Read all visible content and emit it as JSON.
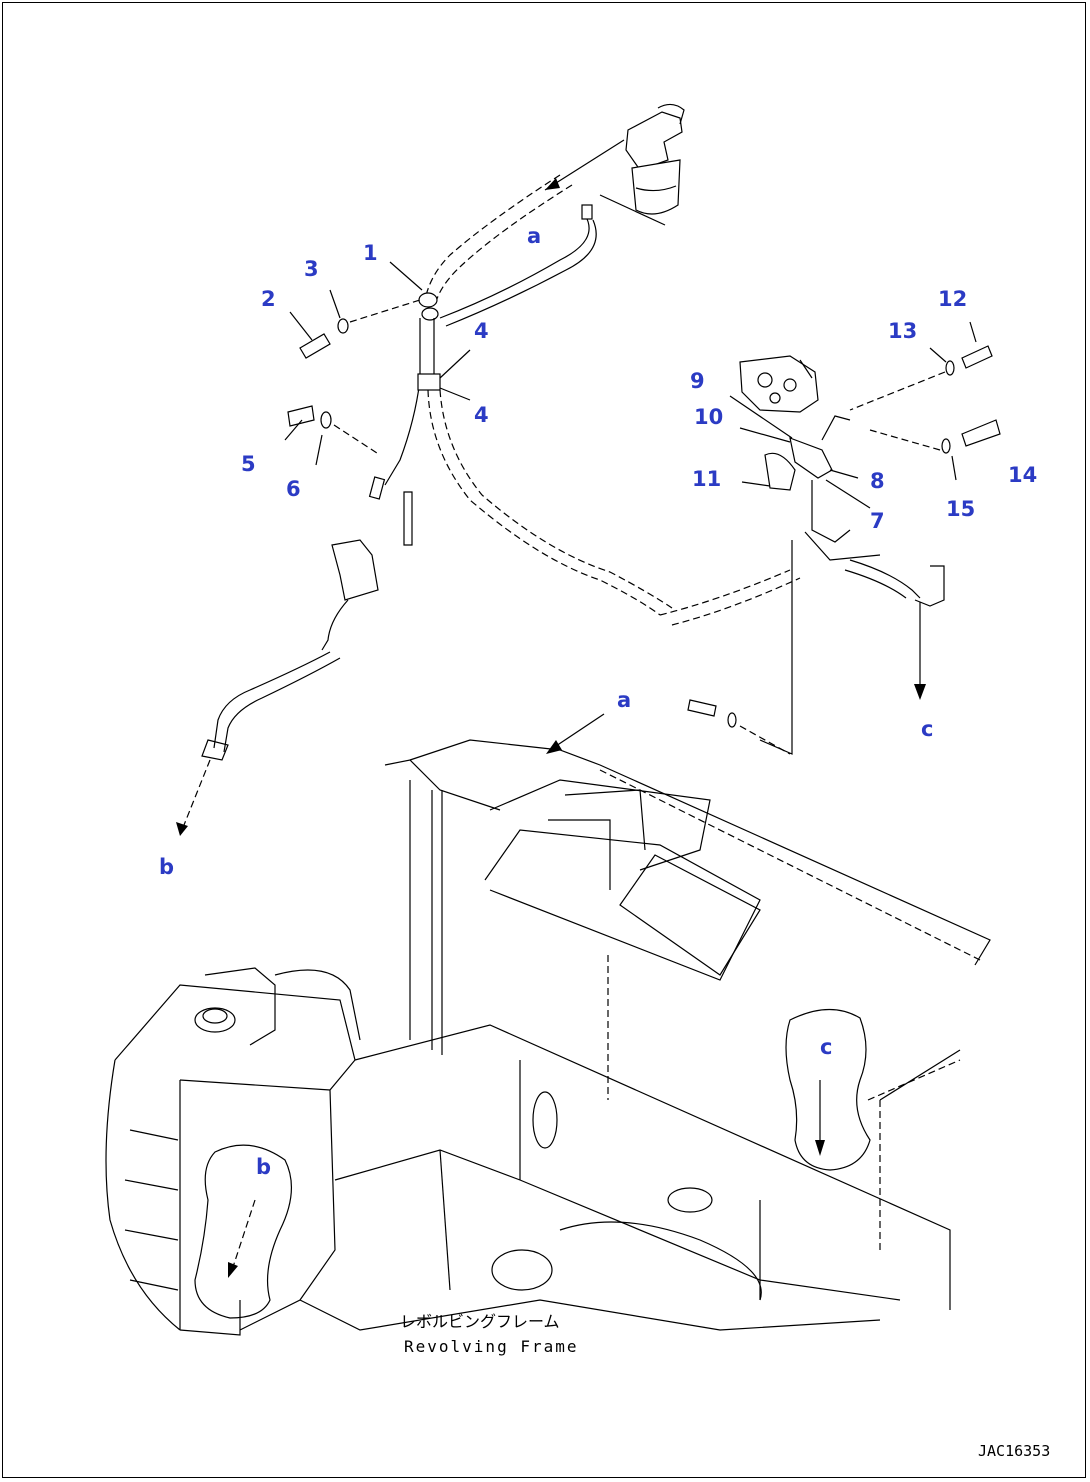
{
  "callouts": [
    {
      "id": "1",
      "text": "1"
    },
    {
      "id": "2",
      "text": "2"
    },
    {
      "id": "3",
      "text": "3"
    },
    {
      "id": "4a",
      "text": "4"
    },
    {
      "id": "4b",
      "text": "4"
    },
    {
      "id": "5",
      "text": "5"
    },
    {
      "id": "6",
      "text": "6"
    },
    {
      "id": "7",
      "text": "7"
    },
    {
      "id": "8",
      "text": "8"
    },
    {
      "id": "9",
      "text": "9"
    },
    {
      "id": "10",
      "text": "10"
    },
    {
      "id": "11",
      "text": "11"
    },
    {
      "id": "12",
      "text": "12"
    },
    {
      "id": "13",
      "text": "13"
    },
    {
      "id": "14",
      "text": "14"
    },
    {
      "id": "15",
      "text": "15"
    }
  ],
  "refs": {
    "a_top": "a",
    "a_mid": "a",
    "b_arrow": "b",
    "b_area": "b",
    "c_arrow": "c",
    "c_area": "c"
  },
  "caption": {
    "japanese": "レボルビングフレーム",
    "english": "Revolving Frame"
  },
  "drawing_number": "JAC16353",
  "colors": {
    "callout": "#2b3bc4",
    "line": "#000000",
    "background": "#ffffff"
  }
}
